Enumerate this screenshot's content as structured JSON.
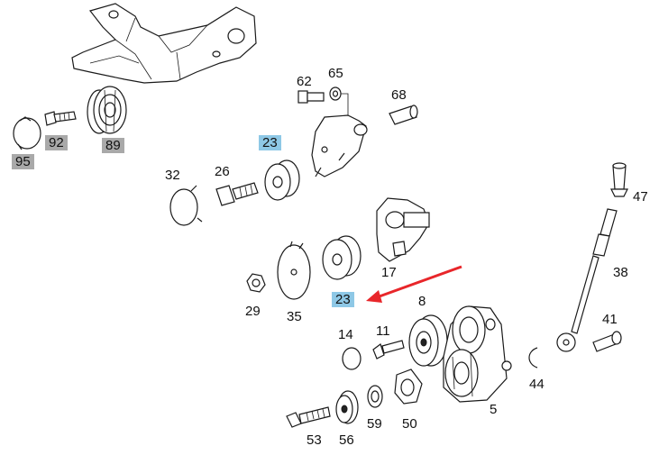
{
  "labels": {
    "p95": "95",
    "p92": "92",
    "p89": "89",
    "p62": "62",
    "p65": "65",
    "p68": "68",
    "p23a": "23",
    "p32": "32",
    "p26": "26",
    "p47": "47",
    "p38": "38",
    "p17": "17",
    "p29": "29",
    "p35": "35",
    "p23b": "23",
    "p8": "8",
    "p14": "14",
    "p11": "11",
    "p41": "41",
    "p44": "44",
    "p5": "5",
    "p53": "53",
    "p56": "56",
    "p59": "59",
    "p50": "50"
  },
  "colors": {
    "highlight_gray": "#a9a9a9",
    "highlight_blue": "#8ec8e6",
    "arrow_red": "#e8262a",
    "line": "#1a1a1a"
  }
}
